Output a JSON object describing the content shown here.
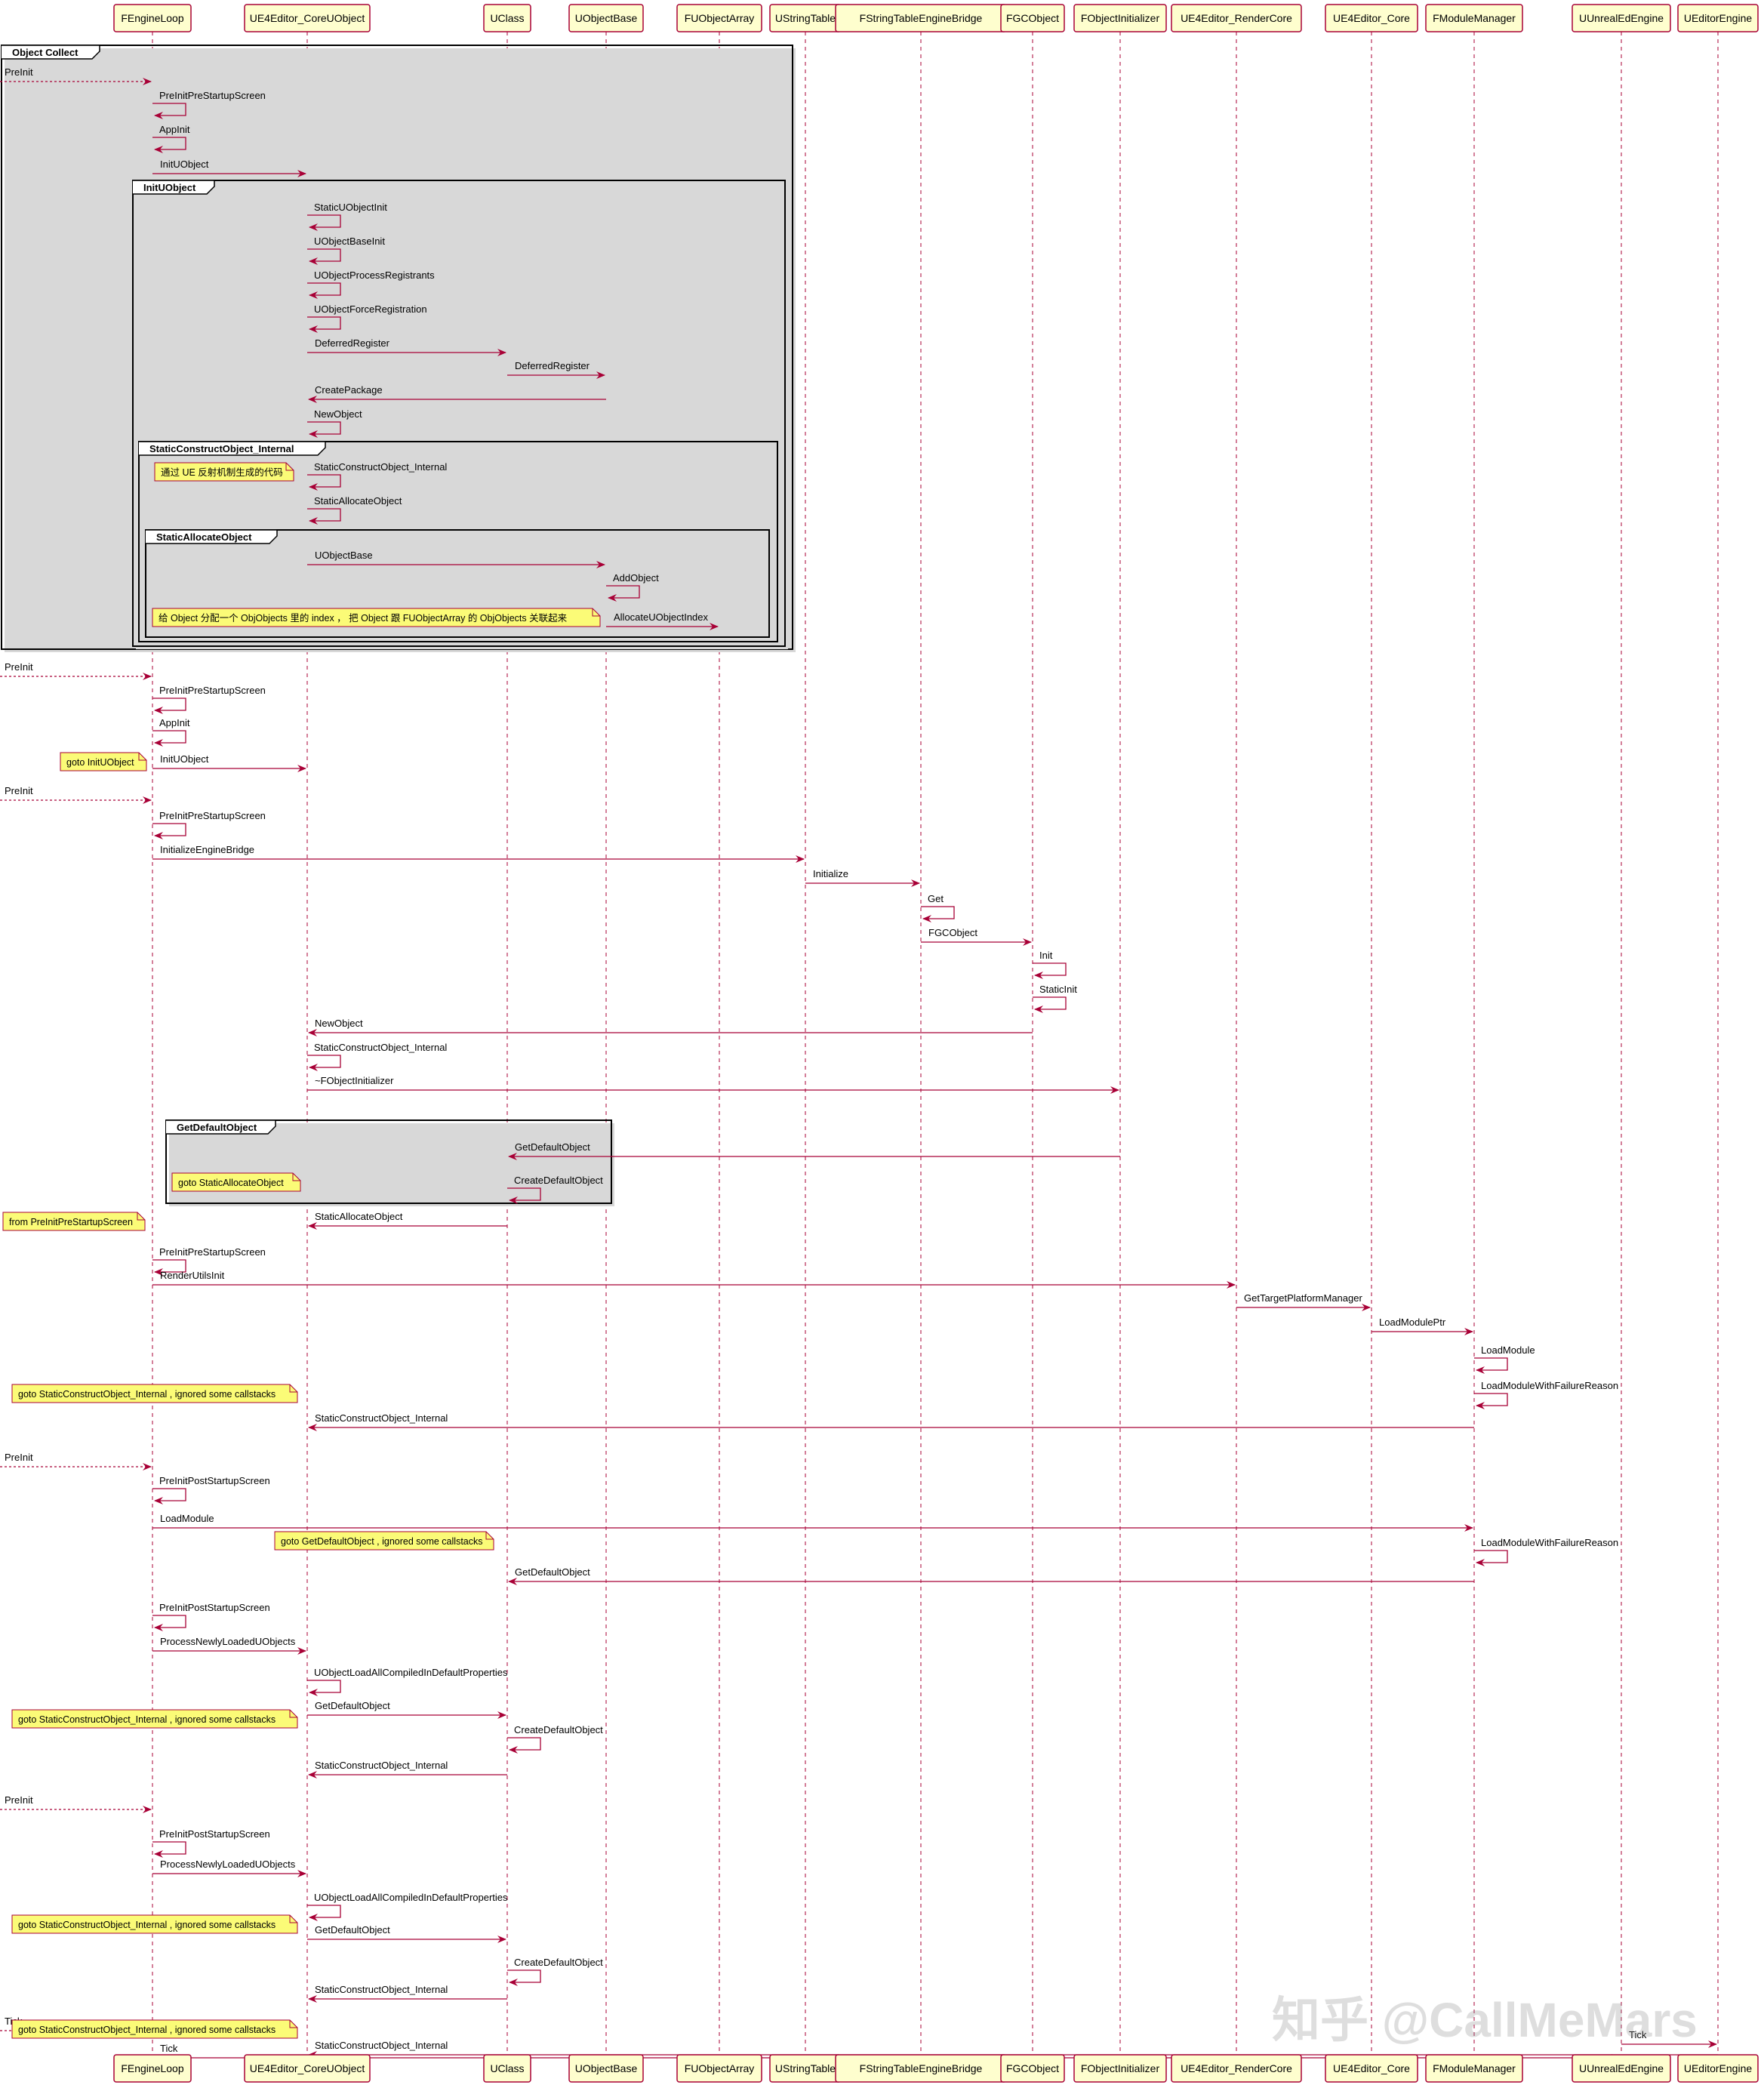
{
  "participants": [
    {
      "id": "FEL",
      "label": "FEngineLoop"
    },
    {
      "id": "CUO",
      "label": "UE4Editor_CoreUObject"
    },
    {
      "id": "UCL",
      "label": "UClass"
    },
    {
      "id": "UOB",
      "label": "UObjectBase"
    },
    {
      "id": "FUA",
      "label": "FUObjectArray"
    },
    {
      "id": "UST",
      "label": "UStringTable"
    },
    {
      "id": "FSB",
      "label": "FStringTableEngineBridge"
    },
    {
      "id": "FGC",
      "label": "FGCObject"
    },
    {
      "id": "FOI",
      "label": "FObjectInitializer"
    },
    {
      "id": "URC",
      "label": "UE4Editor_RenderCore"
    },
    {
      "id": "UCO",
      "label": "UE4Editor_Core"
    },
    {
      "id": "FMM",
      "label": "FModuleManager"
    },
    {
      "id": "UUE",
      "label": "UUnrealEdEngine"
    },
    {
      "id": "UEE",
      "label": "UEditorEngine"
    }
  ],
  "frames": [
    {
      "label": "Object Collect"
    },
    {
      "label": "InitUObject"
    },
    {
      "label": "StaticConstructObject_Internal"
    },
    {
      "label": "StaticAllocateObject"
    },
    {
      "label": "GetDefaultObject"
    }
  ],
  "messages": [
    {
      "from": "START",
      "to": "FEL",
      "label": "PreInit",
      "dashed": true
    },
    {
      "from": "FEL",
      "to": "FEL",
      "label": "PreInitPreStartupScreen"
    },
    {
      "from": "FEL",
      "to": "FEL",
      "label": "AppInit"
    },
    {
      "from": "FEL",
      "to": "CUO",
      "label": "InitUObject"
    },
    {
      "from": "CUO",
      "to": "CUO",
      "label": "StaticUObjectInit"
    },
    {
      "from": "CUO",
      "to": "CUO",
      "label": "UObjectBaseInit"
    },
    {
      "from": "CUO",
      "to": "CUO",
      "label": "UObjectProcessRegistrants"
    },
    {
      "from": "CUO",
      "to": "CUO",
      "label": "UObjectForceRegistration"
    },
    {
      "from": "CUO",
      "to": "UCL",
      "label": "DeferredRegister"
    },
    {
      "from": "UCL",
      "to": "UOB",
      "label": "DeferredRegister"
    },
    {
      "from": "UOB",
      "to": "CUO",
      "label": "CreatePackage"
    },
    {
      "from": "CUO",
      "to": "CUO",
      "label": "NewObject"
    },
    {
      "from": "CUO",
      "to": "CUO",
      "label": "StaticConstructObject_Internal"
    },
    {
      "from": "CUO",
      "to": "CUO",
      "label": "StaticAllocateObject"
    },
    {
      "from": "CUO",
      "to": "UOB",
      "label": "UObjectBase"
    },
    {
      "from": "UOB",
      "to": "UOB",
      "label": "AddObject"
    },
    {
      "from": "UOB",
      "to": "FUA",
      "label": "AllocateUObjectIndex"
    },
    {
      "from": "START",
      "to": "FEL",
      "label": "PreInit",
      "dashed": true
    },
    {
      "from": "FEL",
      "to": "FEL",
      "label": "PreInitPreStartupScreen"
    },
    {
      "from": "FEL",
      "to": "FEL",
      "label": "AppInit"
    },
    {
      "from": "FEL",
      "to": "CUO",
      "label": "InitUObject"
    },
    {
      "from": "START",
      "to": "FEL",
      "label": "PreInit",
      "dashed": true
    },
    {
      "from": "FEL",
      "to": "FEL",
      "label": "PreInitPreStartupScreen"
    },
    {
      "from": "FEL",
      "to": "UST",
      "label": "InitializeEngineBridge"
    },
    {
      "from": "UST",
      "to": "FSB",
      "label": "Initialize"
    },
    {
      "from": "FSB",
      "to": "FSB",
      "label": "Get"
    },
    {
      "from": "FSB",
      "to": "FGC",
      "label": "FGCObject"
    },
    {
      "from": "FGC",
      "to": "FGC",
      "label": "Init"
    },
    {
      "from": "FGC",
      "to": "FGC",
      "label": "StaticInit"
    },
    {
      "from": "FGC",
      "to": "CUO",
      "label": "NewObject"
    },
    {
      "from": "CUO",
      "to": "CUO",
      "label": "StaticConstructObject_Internal"
    },
    {
      "from": "CUO",
      "to": "FOI",
      "label": "~FObjectInitializer"
    },
    {
      "from": "FOI",
      "to": "UCL",
      "label": "GetDefaultObject"
    },
    {
      "from": "UCL",
      "to": "UCL",
      "label": "CreateDefaultObject"
    },
    {
      "from": "UCL",
      "to": "CUO",
      "label": "StaticAllocateObject"
    },
    {
      "from": "FEL",
      "to": "FEL",
      "label": "PreInitPreStartupScreen"
    },
    {
      "from": "FEL",
      "to": "URC",
      "label": "RenderUtilsInit"
    },
    {
      "from": "URC",
      "to": "UCO",
      "label": "GetTargetPlatformManager"
    },
    {
      "from": "UCO",
      "to": "FMM",
      "label": "LoadModulePtr"
    },
    {
      "from": "FMM",
      "to": "FMM",
      "label": "LoadModule"
    },
    {
      "from": "FMM",
      "to": "FMM",
      "label": "LoadModuleWithFailureReason"
    },
    {
      "from": "FMM",
      "to": "CUO",
      "label": "StaticConstructObject_Internal"
    },
    {
      "from": "START",
      "to": "FEL",
      "label": "PreInit",
      "dashed": true
    },
    {
      "from": "FEL",
      "to": "FEL",
      "label": "PreInitPostStartupScreen"
    },
    {
      "from": "FEL",
      "to": "FMM",
      "label": "LoadModule"
    },
    {
      "from": "FMM",
      "to": "FMM",
      "label": "LoadModuleWithFailureReason"
    },
    {
      "from": "FMM",
      "to": "UCL",
      "label": "GetDefaultObject"
    },
    {
      "from": "FEL",
      "to": "FEL",
      "label": "PreInitPostStartupScreen"
    },
    {
      "from": "FEL",
      "to": "CUO",
      "label": "ProcessNewlyLoadedUObjects"
    },
    {
      "from": "CUO",
      "to": "CUO",
      "label": "UObjectLoadAllCompiledInDefaultProperties"
    },
    {
      "from": "CUO",
      "to": "UCL",
      "label": "GetDefaultObject"
    },
    {
      "from": "UCL",
      "to": "UCL",
      "label": "CreateDefaultObject"
    },
    {
      "from": "UCL",
      "to": "CUO",
      "label": "StaticConstructObject_Internal"
    },
    {
      "from": "START",
      "to": "FEL",
      "label": "PreInit",
      "dashed": true
    },
    {
      "from": "FEL",
      "to": "FEL",
      "label": "PreInitPostStartupScreen"
    },
    {
      "from": "FEL",
      "to": "CUO",
      "label": "ProcessNewlyLoadedUObjects"
    },
    {
      "from": "CUO",
      "to": "CUO",
      "label": "UObjectLoadAllCompiledInDefaultProperties"
    },
    {
      "from": "CUO",
      "to": "UCL",
      "label": "GetDefaultObject"
    },
    {
      "from": "UCL",
      "to": "UCL",
      "label": "CreateDefaultObject"
    },
    {
      "from": "UCL",
      "to": "CUO",
      "label": "StaticConstructObject_Internal"
    },
    {
      "from": "START",
      "to": "FEL",
      "label": "Tick",
      "dashed": true
    },
    {
      "from": "FEL",
      "to": "UUE",
      "label": "Tick"
    },
    {
      "from": "UUE",
      "to": "UEE",
      "label": "Tick"
    },
    {
      "from": "UEE",
      "to": "CUO",
      "label": "StaticConstructObject_Internal"
    }
  ],
  "notes": [
    {
      "text": "通过 UE 反射机制生成的代码"
    },
    {
      "text": "给 Object 分配一个 ObjObjects 里的 index ， 把 Object 跟 FUObjectArray 的 ObjObjects 关联起来"
    },
    {
      "text": "goto InitUObject"
    },
    {
      "text": "goto StaticAllocateObject"
    },
    {
      "text": "from PreInitPreStartupScreen"
    },
    {
      "text": "goto StaticConstructObject_Internal , ignored some callstacks"
    },
    {
      "text": "goto GetDefaultObject , ignored some callstacks"
    },
    {
      "text": "goto StaticConstructObject_Internal , ignored some callstacks"
    },
    {
      "text": "goto StaticConstructObject_Internal , ignored some callstacks"
    },
    {
      "text": "goto StaticConstructObject_Internal , ignored some callstacks"
    }
  ],
  "watermark": "知乎 @CallMeMars",
  "colors": {
    "arrow": "#a80036",
    "participant_fill": "#fefece",
    "participant_border": "#a80036",
    "note_fill": "#fbfb77",
    "note_border": "#a80036",
    "frame_border": "#000000",
    "lifeline": "#a80036"
  }
}
